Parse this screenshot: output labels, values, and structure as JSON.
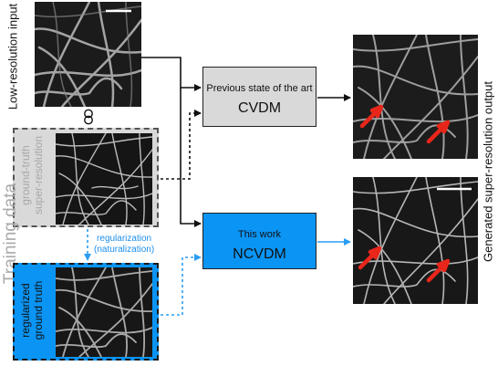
{
  "labels": {
    "low_res_input": "Low-resolution input",
    "ground_truth": [
      "ground-truth",
      "super-resolution"
    ],
    "regularization": [
      "regularization",
      "(naturalization)"
    ],
    "regularized_gt": [
      "regularized",
      "ground truth"
    ],
    "training_data": "Training data",
    "generated_output": "Generated super-resolution output"
  },
  "boxes": {
    "previous": {
      "subtitle": "Previous state of the art",
      "title": "CVDM"
    },
    "this_work": {
      "subtitle": "This work",
      "title": "NCVDM"
    }
  },
  "colors": {
    "accent_blue": "#0a95f5",
    "light_gray": "#d9d9d9",
    "text_gray": "#aaaaaa",
    "arrow_blue": "#2a9df4",
    "red_marker": "#e8261a"
  },
  "icons": {
    "link": "chain-link-icon",
    "highlight": "red-arrow-icon"
  }
}
